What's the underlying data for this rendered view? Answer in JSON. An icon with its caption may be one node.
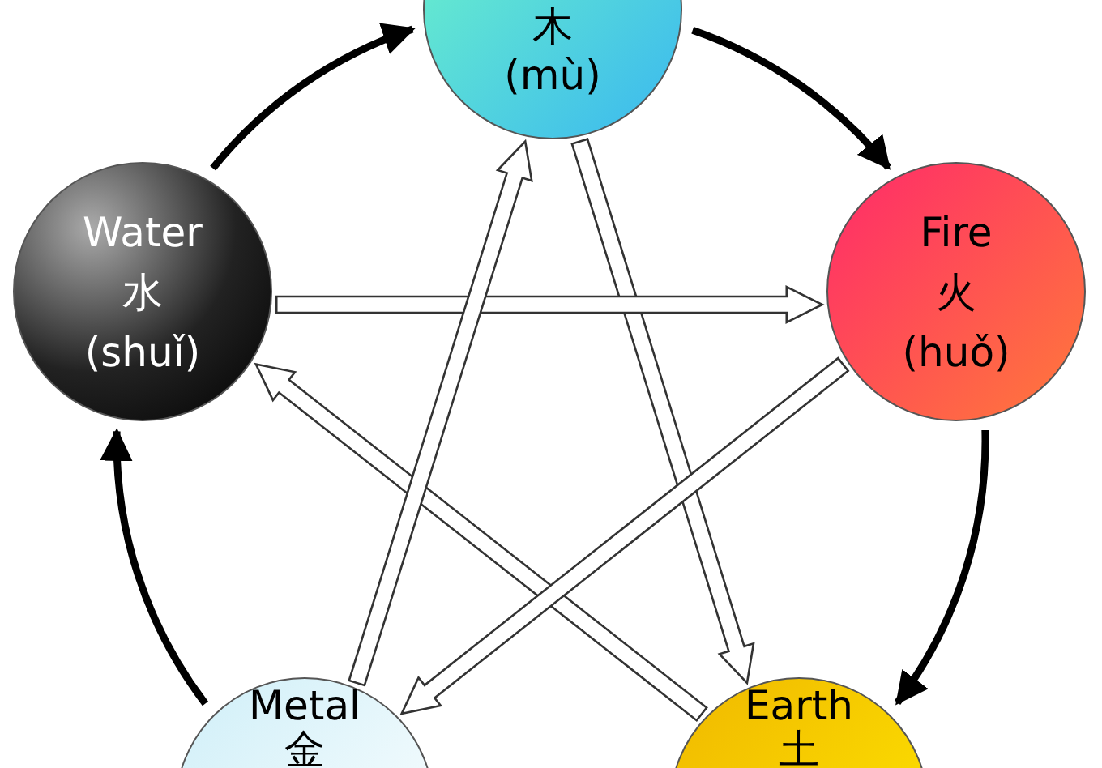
{
  "diagram": {
    "nodes": [
      {
        "text": [
          "木",
          "(mù)"
        ]
      },
      {
        "text": [
          "Water",
          "水",
          "(shuǐ)"
        ]
      },
      {
        "text": [
          "Fire",
          "火",
          "(huǒ)"
        ]
      },
      {
        "text": [
          "Metal",
          "金"
        ]
      },
      {
        "text": [
          "Earth",
          "土"
        ]
      }
    ],
    "edges": [
      {
        "from": 1,
        "to": 0,
        "arrow": "to"
      },
      {
        "from": 0,
        "to": 2,
        "arrow": "to"
      },
      {
        "from": 2,
        "to": 4,
        "arrow": "to"
      },
      {
        "from": 3,
        "to": 1,
        "arrow": "to"
      },
      {
        "from": 0,
        "to": 4,
        "arrow": "to",
        "style": "thick"
      },
      {
        "from": 4,
        "to": 1,
        "arrow": "to",
        "style": "thick"
      },
      {
        "from": 1,
        "to": 2,
        "arrow": "to",
        "style": "thick"
      },
      {
        "from": 2,
        "to": 3,
        "arrow": "to",
        "style": "thick"
      },
      {
        "from": 3,
        "to": 0,
        "arrow": "to",
        "style": "thick"
      }
    ]
  }
}
